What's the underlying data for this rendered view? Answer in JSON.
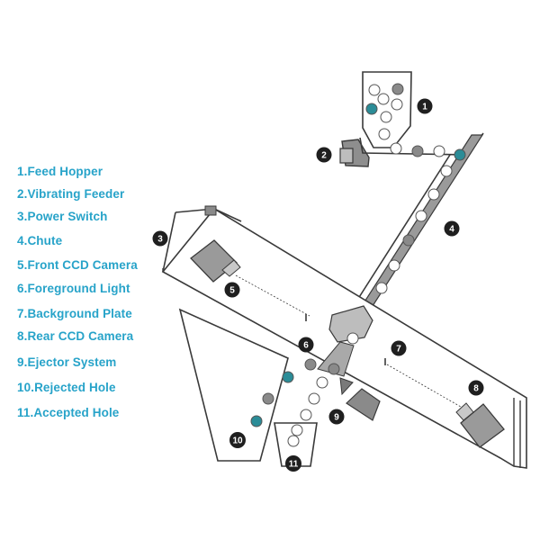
{
  "legend": [
    "1.Feed Hopper",
    "2.Vibrating Feeder",
    "3.Power Switch",
    "4.Chute",
    "5.Front CCD Camera",
    "6.Foreground Light",
    "7.Background Plate",
    "8.Rear CCD Camera",
    "9.Ejector System",
    "10.Rejected Hole",
    "11.Accepted Hole"
  ],
  "markers": [
    "1",
    "2",
    "3",
    "4",
    "5",
    "6",
    "7",
    "8",
    "9",
    "10",
    "11"
  ],
  "colors": {
    "legend_text": "#27a3c9",
    "teal_grain": "#2b8c97",
    "gray_grain": "#8a8a8a",
    "marker_fill": "#1f1f1f",
    "outline": "#3a3a3a"
  }
}
